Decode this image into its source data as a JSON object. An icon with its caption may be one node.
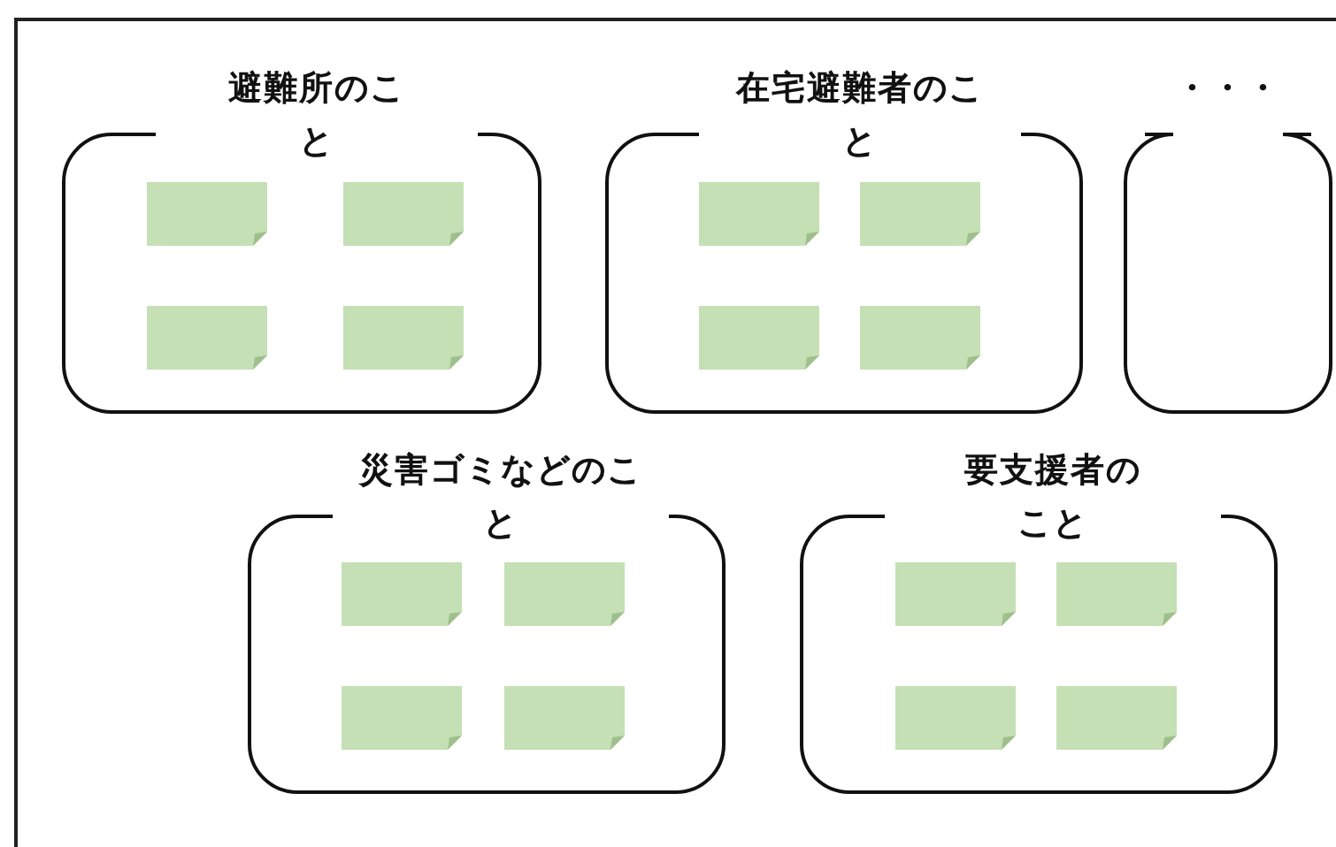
{
  "diagram": {
    "nodes": [
      {
        "text": [
          "避難所のこと"
        ]
      },
      {
        "text": [],
        "shape": "note",
        "in": 0
      },
      {
        "text": [],
        "shape": "note",
        "in": 0
      },
      {
        "text": [],
        "shape": "note",
        "in": 0
      },
      {
        "text": [],
        "shape": "note",
        "in": 0
      },
      {
        "text": [
          "在宅避難者のこと"
        ]
      },
      {
        "text": [],
        "shape": "note",
        "in": 5
      },
      {
        "text": [],
        "shape": "note",
        "in": 5
      },
      {
        "text": [],
        "shape": "note",
        "in": 5
      },
      {
        "text": [],
        "shape": "note",
        "in": 5
      },
      {
        "text": [
          "・・・"
        ]
      },
      {
        "text": [
          "災害ゴミなどのこと"
        ]
      },
      {
        "text": [],
        "shape": "note",
        "in": 11
      },
      {
        "text": [],
        "shape": "note",
        "in": 11
      },
      {
        "text": [],
        "shape": "note",
        "in": 11
      },
      {
        "text": [],
        "shape": "note",
        "in": 11
      },
      {
        "text": [
          "要支援者のこと"
        ]
      },
      {
        "text": [],
        "shape": "note",
        "in": 16
      },
      {
        "text": [],
        "shape": "note",
        "in": 16
      },
      {
        "text": [],
        "shape": "note",
        "in": 16
      },
      {
        "text": [],
        "shape": "note",
        "in": 16
      }
    ]
  }
}
